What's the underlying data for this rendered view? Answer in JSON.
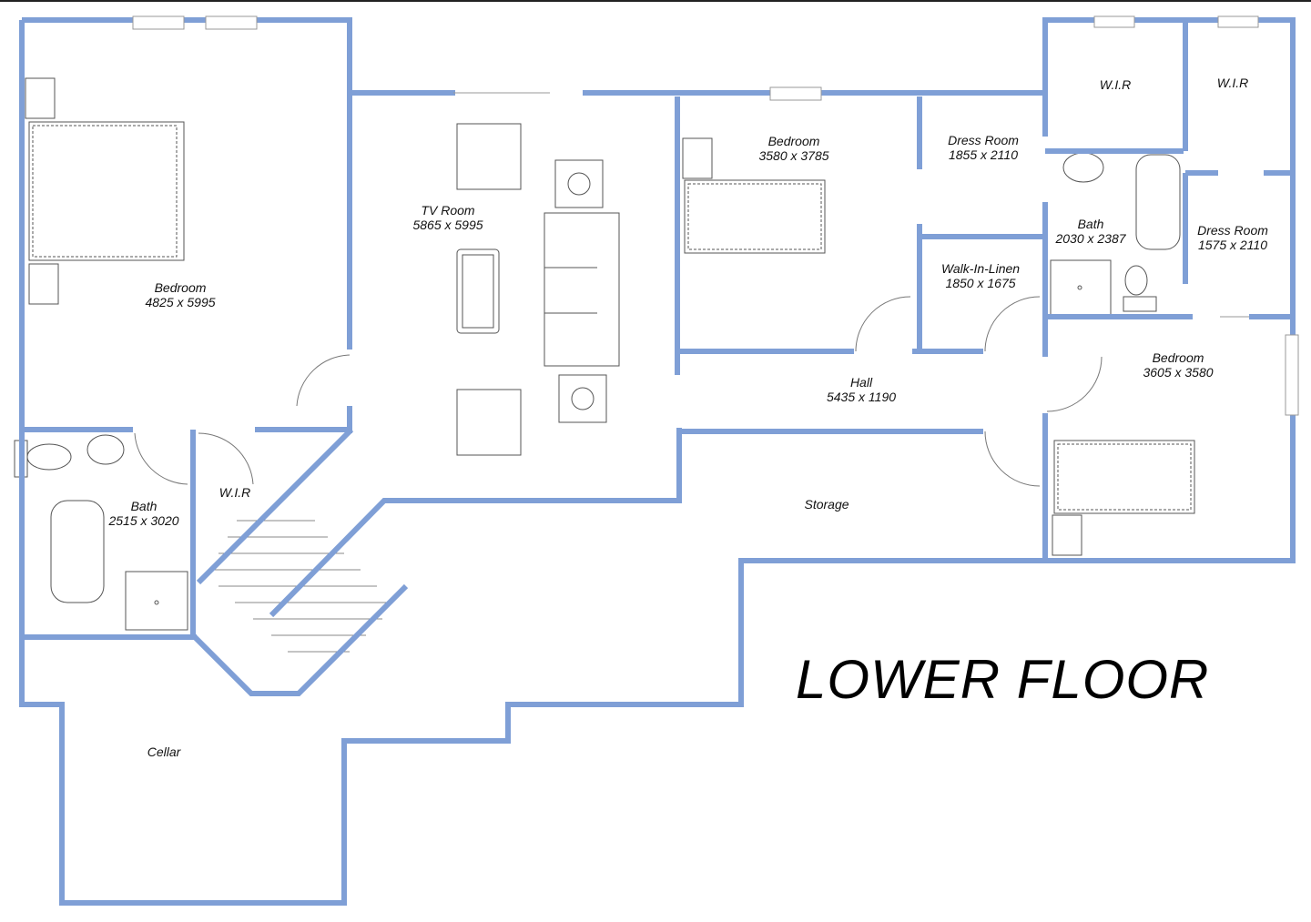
{
  "plan": {
    "title": "LOWER FLOOR",
    "wall_color": "#7f9fd6",
    "rooms": [
      {
        "id": "bedroom-1",
        "name": "Bedroom",
        "size": "4825 x 5995"
      },
      {
        "id": "tv-room",
        "name": "TV Room",
        "size": "5865 x 5995"
      },
      {
        "id": "bedroom-2",
        "name": "Bedroom",
        "size": "3580 x 3785"
      },
      {
        "id": "dress-room-1",
        "name": "Dress Room",
        "size": "1855 x 2110"
      },
      {
        "id": "wir-1",
        "name": "W.I.R",
        "size": ""
      },
      {
        "id": "wir-2",
        "name": "W.I.R",
        "size": ""
      },
      {
        "id": "bath-1",
        "name": "Bath",
        "size": "2030 x 2387"
      },
      {
        "id": "dress-room-2",
        "name": "Dress Room",
        "size": "1575 x 2110"
      },
      {
        "id": "walk-in-linen",
        "name": "Walk-In-Linen",
        "size": "1850 x 1675"
      },
      {
        "id": "bedroom-3",
        "name": "Bedroom",
        "size": "3605 x 3580"
      },
      {
        "id": "hall",
        "name": "Hall",
        "size": "5435 x 1190"
      },
      {
        "id": "bath-2",
        "name": "Bath",
        "size": "2515 x 3020"
      },
      {
        "id": "wir-3",
        "name": "W.I.R",
        "size": ""
      },
      {
        "id": "storage",
        "name": "Storage",
        "size": ""
      },
      {
        "id": "cellar",
        "name": "Cellar",
        "size": ""
      }
    ]
  }
}
